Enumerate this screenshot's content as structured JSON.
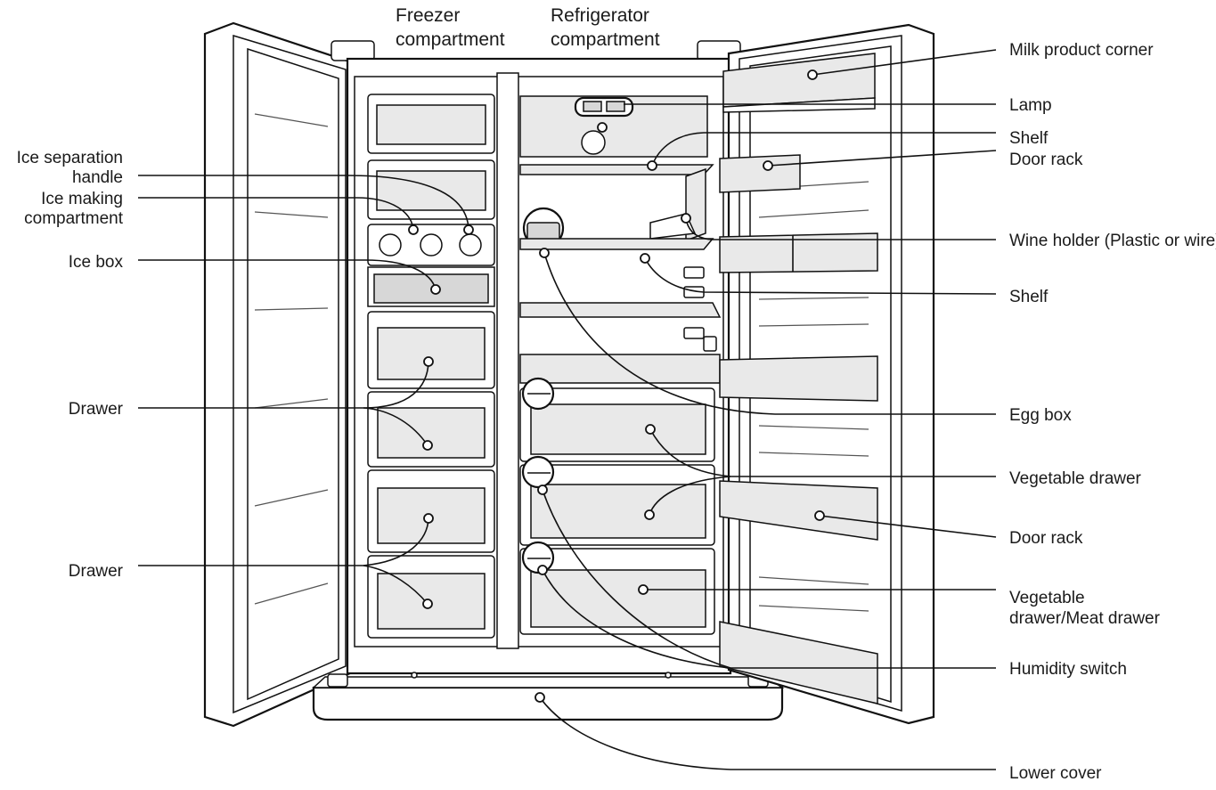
{
  "headers": {
    "freezer": [
      "Freezer",
      "compartment"
    ],
    "refrigerator": [
      "Refrigerator",
      "compartment"
    ]
  },
  "labels": {
    "ice_separation_handle": [
      "Ice separation",
      "handle"
    ],
    "ice_making_compartment": [
      "Ice making",
      "compartment"
    ],
    "ice_box": "Ice box",
    "drawer_upper": "Drawer",
    "drawer_lower": "Drawer",
    "milk_product_corner": "Milk product corner",
    "lamp": "Lamp",
    "shelf_top": "Shelf",
    "door_rack_top": "Door rack",
    "wine_holder": "Wine holder (Plastic or wire)",
    "shelf_mid": "Shelf",
    "egg_box": "Egg box",
    "vegetable_drawer": "Vegetable drawer",
    "door_rack_lower": "Door rack",
    "vegetable_meat_drawer": [
      "Vegetable",
      "drawer/Meat drawer"
    ],
    "humidity_switch": "Humidity switch",
    "lower_cover": "Lower cover"
  }
}
